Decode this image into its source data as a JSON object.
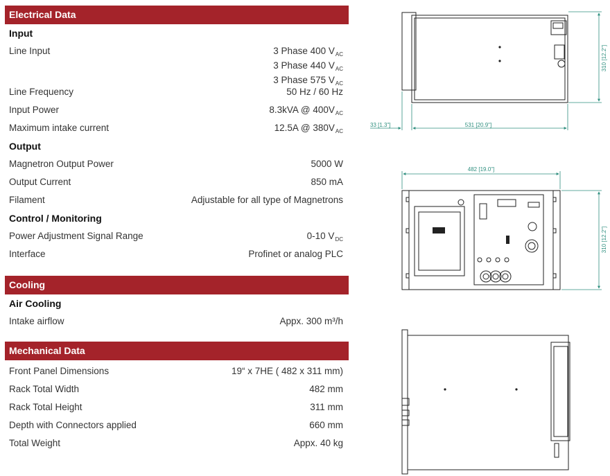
{
  "electrical": {
    "header": "Electrical Data",
    "input": {
      "title": "Input",
      "line_input_label": "Line Input",
      "line_input_values": [
        {
          "text": "3 Phase 400 V",
          "sub": "AC"
        },
        {
          "text": "3 Phase 440 V",
          "sub": "AC"
        },
        {
          "text": "3 Phase 575 V",
          "sub": "AC"
        }
      ],
      "rows": [
        {
          "label": "Line Frequency",
          "value": "50 Hz / 60 Hz",
          "sub": ""
        },
        {
          "label": "Input Power",
          "value": "8.3kVA @ 400V",
          "sub": "AC"
        },
        {
          "label": "Maximum intake current",
          "value": "12.5A @ 380V",
          "sub": "AC"
        }
      ]
    },
    "output": {
      "title": "Output",
      "rows": [
        {
          "label": "Magnetron Output Power",
          "value": "5000 W",
          "sub": ""
        },
        {
          "label": "Output Current",
          "value": "850 mA",
          "sub": ""
        },
        {
          "label": "Filament",
          "value": "Adjustable for all type of Magnetrons",
          "sub": ""
        }
      ]
    },
    "control": {
      "title": "Control / Monitoring",
      "rows": [
        {
          "label": "Power Adjustment Signal Range",
          "value": "0-10 V",
          "sub": "DC"
        },
        {
          "label": "Interface",
          "value": "Profinet or analog PLC",
          "sub": ""
        }
      ]
    }
  },
  "cooling": {
    "header": "Cooling",
    "title": "Air Cooling",
    "rows": [
      {
        "label": "Intake airflow",
        "value": "Appx. 300 m³/h",
        "sub": ""
      }
    ]
  },
  "mechanical": {
    "header": "Mechanical Data",
    "rows": [
      {
        "label": "Front Panel Dimensions",
        "value": "19“ x 7HE ( 482 x 311 mm)",
        "sub": ""
      },
      {
        "label": "Rack Total Width",
        "value": "482 mm",
        "sub": ""
      },
      {
        "label": "Rack Total Height",
        "value": "311 mm",
        "sub": ""
      },
      {
        "label": "Depth with Connectors applied",
        "value": "660 mm",
        "sub": ""
      },
      {
        "label": "Total Weight",
        "value": "Appx. 40 kg",
        "sub": ""
      }
    ]
  },
  "drawings": {
    "top_view": {
      "depth": "531 [20.9\"]",
      "offset": "33 [1.3\"]",
      "height": "310 [12.2\"]"
    },
    "front_view": {
      "width": "482 [19.0\"]",
      "height": "310 [12.2\"]"
    },
    "colors": {
      "dimension": "#2f8f7f",
      "header": "#a4232a",
      "line": "#222222"
    }
  }
}
